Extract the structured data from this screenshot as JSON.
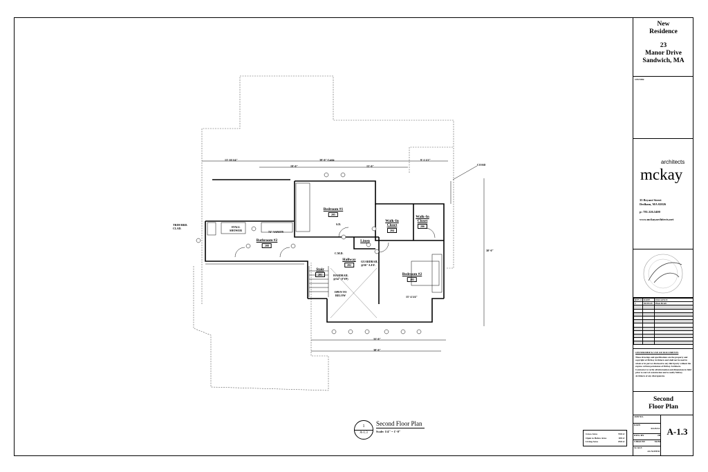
{
  "title_block": {
    "project": [
      "New",
      "Residence"
    ],
    "address": [
      "23",
      "Manor Drive",
      "Sandwich, MA"
    ],
    "owner_label": "OWNER",
    "firm": {
      "logo_main": "mckay",
      "logo_sub": "architects",
      "street": "35 Bryant Street",
      "city": "Dedham, MA 02026",
      "phone": "p: 781.326.5400",
      "web": "www.mckayarchitects.net"
    },
    "revisions": {
      "headers": [
        "REV #",
        "DATE",
        "ISSUANCE"
      ],
      "rows": [
        [
          "1",
          "04/29/24",
          "Plan Draft"
        ]
      ]
    },
    "ownership": {
      "heading": "OWNERSHIP & USE OF DOCUMENTS",
      "body": "These drawings and specifications are the property and copyright of McKay Architects and shall not be used in whole or in part or disclosed to any third party without the express written permission of McKay Architects. Contractor to verify all information and dimensions in field prior to start of construction and to notify McKay Architects of any discrepancies."
    },
    "sheet_title": [
      "Second",
      "Floor Plan"
    ],
    "fields": [
      {
        "label": "JOB NO.",
        "value": ""
      },
      {
        "label": "DATE",
        "value": "04/29/24"
      },
      {
        "label": "DWG BY",
        "value": "JB"
      },
      {
        "label": "CHKD BY",
        "value": "MJM"
      },
      {
        "label": "SCALE",
        "value": "AS NOTED"
      }
    ],
    "sheet_number": "A-1.3"
  },
  "drawing": {
    "callout_number": "1",
    "callout_sheet": "A-1.3",
    "title": "Second Floor Plan",
    "scale": "Scale: 1/4\" = 1'-0\"",
    "rooms": [
      {
        "name": "Bedroom #1",
        "number": "205"
      },
      {
        "name": "Bathroom #2",
        "number": "208"
      },
      {
        "name": "Walk-In Closet",
        "number": "204"
      },
      {
        "name": "Walk-In Closet",
        "number": "206"
      },
      {
        "name": "Linen",
        "number": ""
      },
      {
        "name": "Hallway",
        "number": "202"
      },
      {
        "name": "Stair",
        "number": "201"
      },
      {
        "name": "Bedroom #2",
        "number": "203"
      }
    ],
    "notes": {
      "trim_board": "TRIM BRD. CLAD.",
      "stall_shower": "STALL SHOWER",
      "vanity": "72\" VANITY",
      "open_below": "OPEN TO BELOW",
      "handrail": "HANDRAIL @34\" (TYP)",
      "guardrail": "GUARDRAIL @36\" A.F.F.",
      "cmd": "C.M.D.",
      "sd": "S.D.",
      "cosd": "CO/SD",
      "dim_overall": "39'-0\" Cable",
      "dim_a": "13'-10 3/4\"",
      "dim_b": "19'-0\"",
      "dim_c": "15'-0\"",
      "dim_d": "9'-2 1/2\"",
      "dim_e": "33'-0\"",
      "dim_f": "38'-0\"",
      "dim_g": "30'-0\"",
      "dim_h": "15'-4 3/4\""
    },
    "area_table": [
      {
        "label": "Gross Area",
        "value": "950 sf"
      },
      {
        "label": "Open to Below Area",
        "value": "100 sf"
      },
      {
        "label": "Living Area",
        "value": "850 sf"
      }
    ]
  }
}
